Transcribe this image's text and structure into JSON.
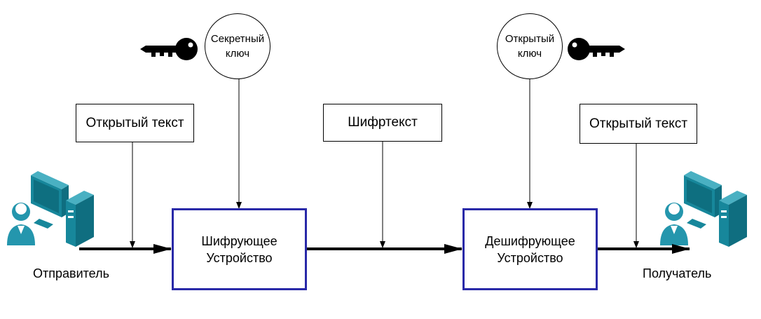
{
  "plaintext_left_label": "Открытый текст",
  "secret_key_label": [
    "Секретный",
    "ключ"
  ],
  "ciphertext_label": "Шифртекст",
  "public_key_label": [
    "Открытый",
    "ключ"
  ],
  "plaintext_right_label": "Открытый текст",
  "encryptor_label": [
    "Шифрующее",
    "Устройство"
  ],
  "decryptor_label": [
    "Дешифрующее",
    "Устройство"
  ],
  "sender_label": "Отправитель",
  "receiver_label": "Получатель",
  "colors": {
    "device_border": "#2929a8",
    "computer": "#17879b",
    "person": "#2496ad",
    "line": "#000000"
  },
  "icons": [
    "key-icon",
    "computer-icon",
    "person-icon"
  ]
}
